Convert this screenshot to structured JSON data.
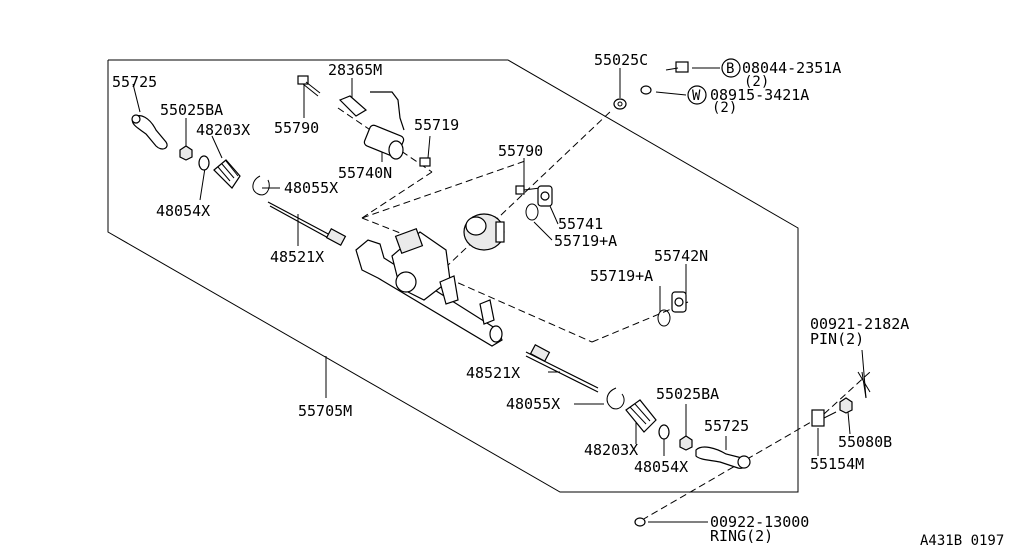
{
  "diagram": {
    "colors": {
      "ink": "#000000",
      "background": "#ffffff"
    },
    "labels": {
      "p55725_top": "55725",
      "p55025ba_top": "55025BA",
      "p48203x_top": "48203X",
      "p48054x_top": "48054X",
      "p48055x_top": "48055X",
      "p48521x_top": "48521X",
      "p55790_left": "55790",
      "p28365m": "28365M",
      "p55740n": "55740N",
      "p55719": "55719",
      "p55025c": "55025C",
      "p08044": "08044-2351A",
      "p08044_qty": "(2)",
      "p08915": "08915-3421A",
      "p08915_qty": "(2)",
      "p55790_right": "55790",
      "p55741": "55741",
      "p55719a_top": "55719+A",
      "p55742n": "55742N",
      "p55719a_mid": "55719+A",
      "p00921": "00921-2182A",
      "p00921_name": "PIN(2)",
      "p48521x_bottom": "48521X",
      "p48055x_bottom": "48055X",
      "p55025ba_bottom": "55025BA",
      "p48203x_bottom": "48203X",
      "p48054x_bottom": "48054X",
      "p55725_bottom": "55725",
      "p55705m": "55705M",
      "p55154m": "55154M",
      "p55080b": "55080B",
      "p00922": "00922-13000",
      "p00922_name": "RING(2)",
      "ref_code": "A431B 0197"
    },
    "symbols": {
      "bolt_marker": "B",
      "washer_marker": "W"
    }
  }
}
